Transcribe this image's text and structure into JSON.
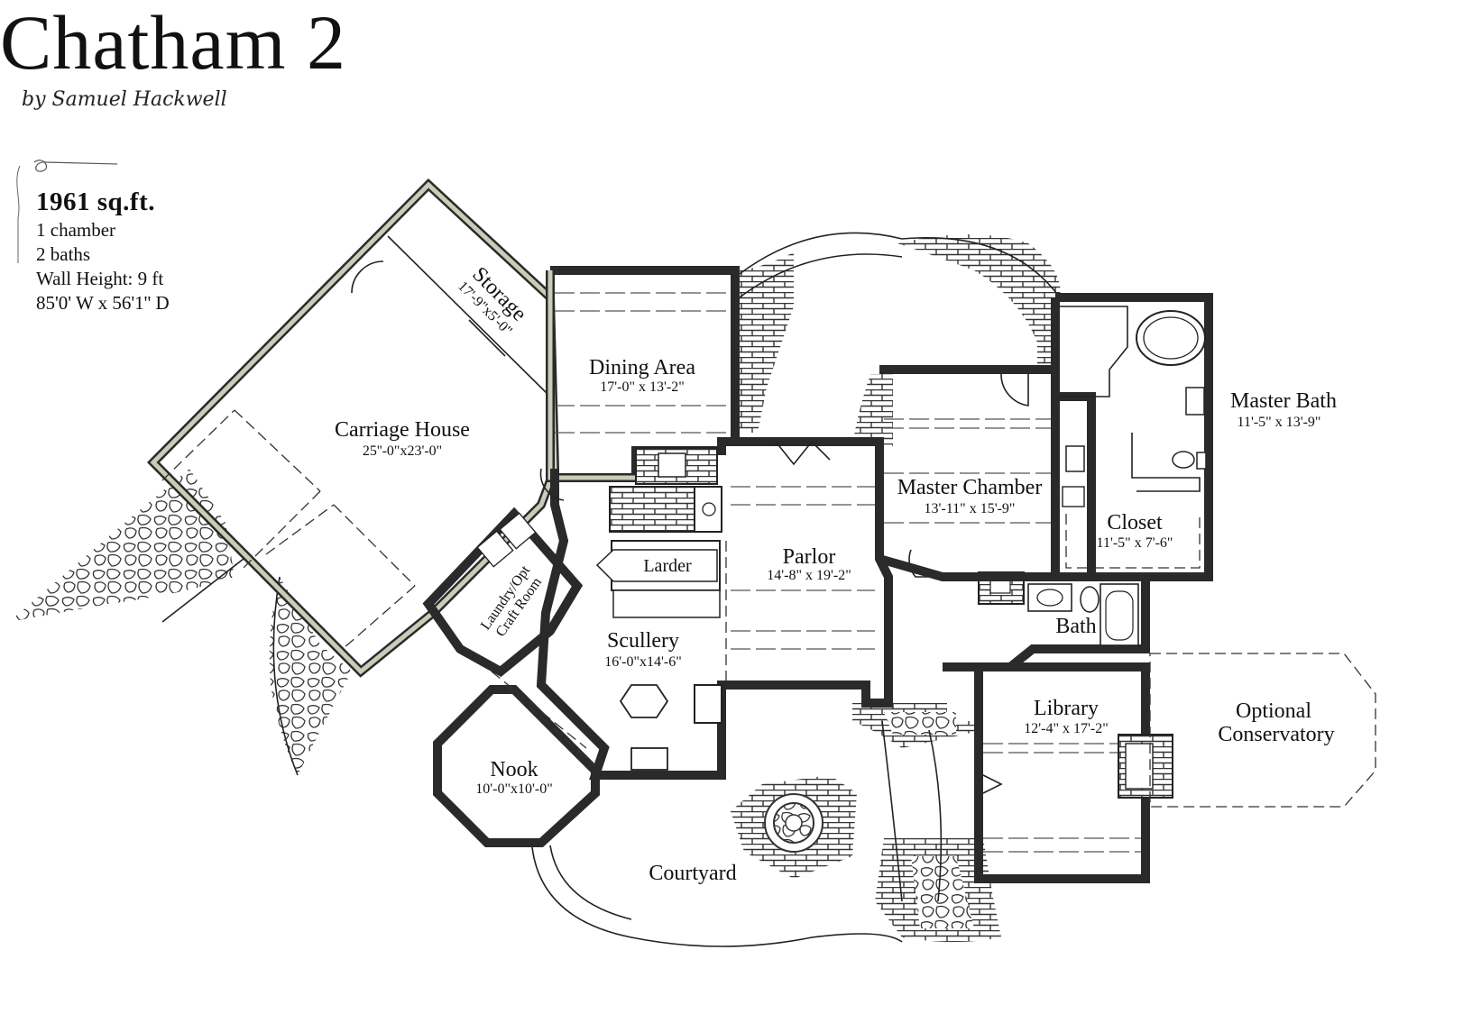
{
  "title": "Chatham 2",
  "byline": "by Samuel Hackwell",
  "specs": {
    "area": "1961 sq.ft.",
    "chambers": "1 chamber",
    "baths": "2 baths",
    "wall_height": "Wall Height: 9 ft",
    "footprint": "85'0' W x 56'1'' D"
  },
  "rooms": {
    "carriage_house": {
      "name": "Carriage House",
      "dims": "25''-0\"x23'-0\""
    },
    "storage": {
      "name": "Storage",
      "dims": "17'-9\"x5'-0\""
    },
    "dining": {
      "name": "Dining Area",
      "dims": "17'-0\" x 13'-2\""
    },
    "parlor": {
      "name": "Parlor",
      "dims": "14'-8\" x 19'-2\""
    },
    "master_chamber": {
      "name": "Master Chamber",
      "dims": "13'-11\" x 15'-9\""
    },
    "master_bath": {
      "name": "Master Bath",
      "dims": "11'-5\" x 13'-9\""
    },
    "closet": {
      "name": "Closet",
      "dims": "11'-5\" x 7'-6\""
    },
    "larder": {
      "name": "Larder"
    },
    "laundry": {
      "name1": "Laundry/Opt",
      "name2": "Craft Room"
    },
    "scullery": {
      "name": "Scullery",
      "dims": "16'-0\"x14'-6\""
    },
    "bath": {
      "name": "Bath"
    },
    "library": {
      "name": "Library",
      "dims": "12'-4\" x 17'-2\""
    },
    "conservatory": {
      "name1": "Optional",
      "name2": "Conservatory"
    },
    "nook": {
      "name": "Nook",
      "dims": "10'-0\"x10'-0\""
    },
    "courtyard": {
      "name": "Courtyard"
    }
  }
}
